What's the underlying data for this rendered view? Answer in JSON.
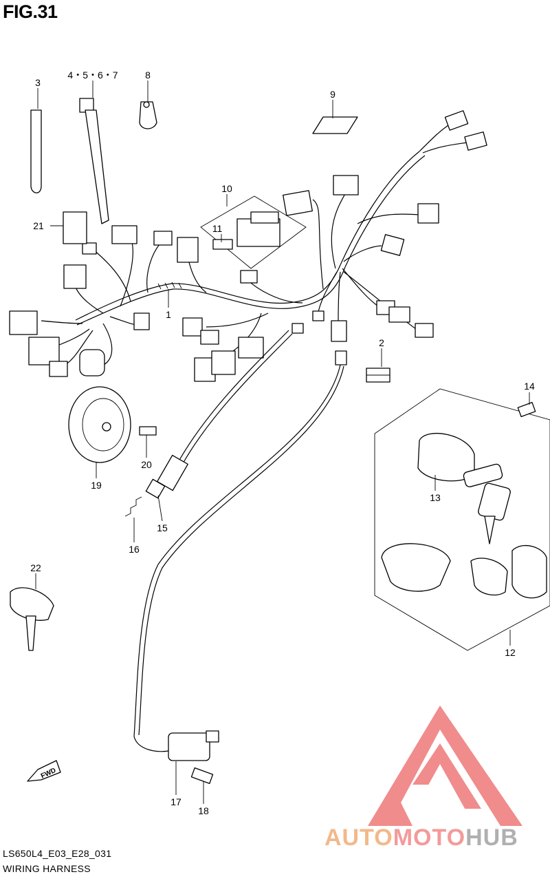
{
  "figure": {
    "title": "FIG.31",
    "code": "LS650L4_E03_E28_031",
    "name": "WIRING HARNESS"
  },
  "callouts": {
    "c1": "1",
    "c2": "2",
    "c3": "3",
    "c4567": "4・5・6・7",
    "c8": "8",
    "c9": "9",
    "c10": "10",
    "c11": "11",
    "c12": "12",
    "c13": "13",
    "c14": "14",
    "c15": "15",
    "c16": "16",
    "c17": "17",
    "c18": "18",
    "c19": "19",
    "c20": "20",
    "c21": "21",
    "c22": "22"
  },
  "arrow": {
    "label": "FWD"
  },
  "brand": {
    "part1": "AUTO",
    "part2": "MOTO",
    "part3": "HUB"
  },
  "colors": {
    "line": "#000000",
    "logo_red": "#f08080",
    "logo_orange": "#f2b98a",
    "logo_gray": "#b0b0b0"
  }
}
